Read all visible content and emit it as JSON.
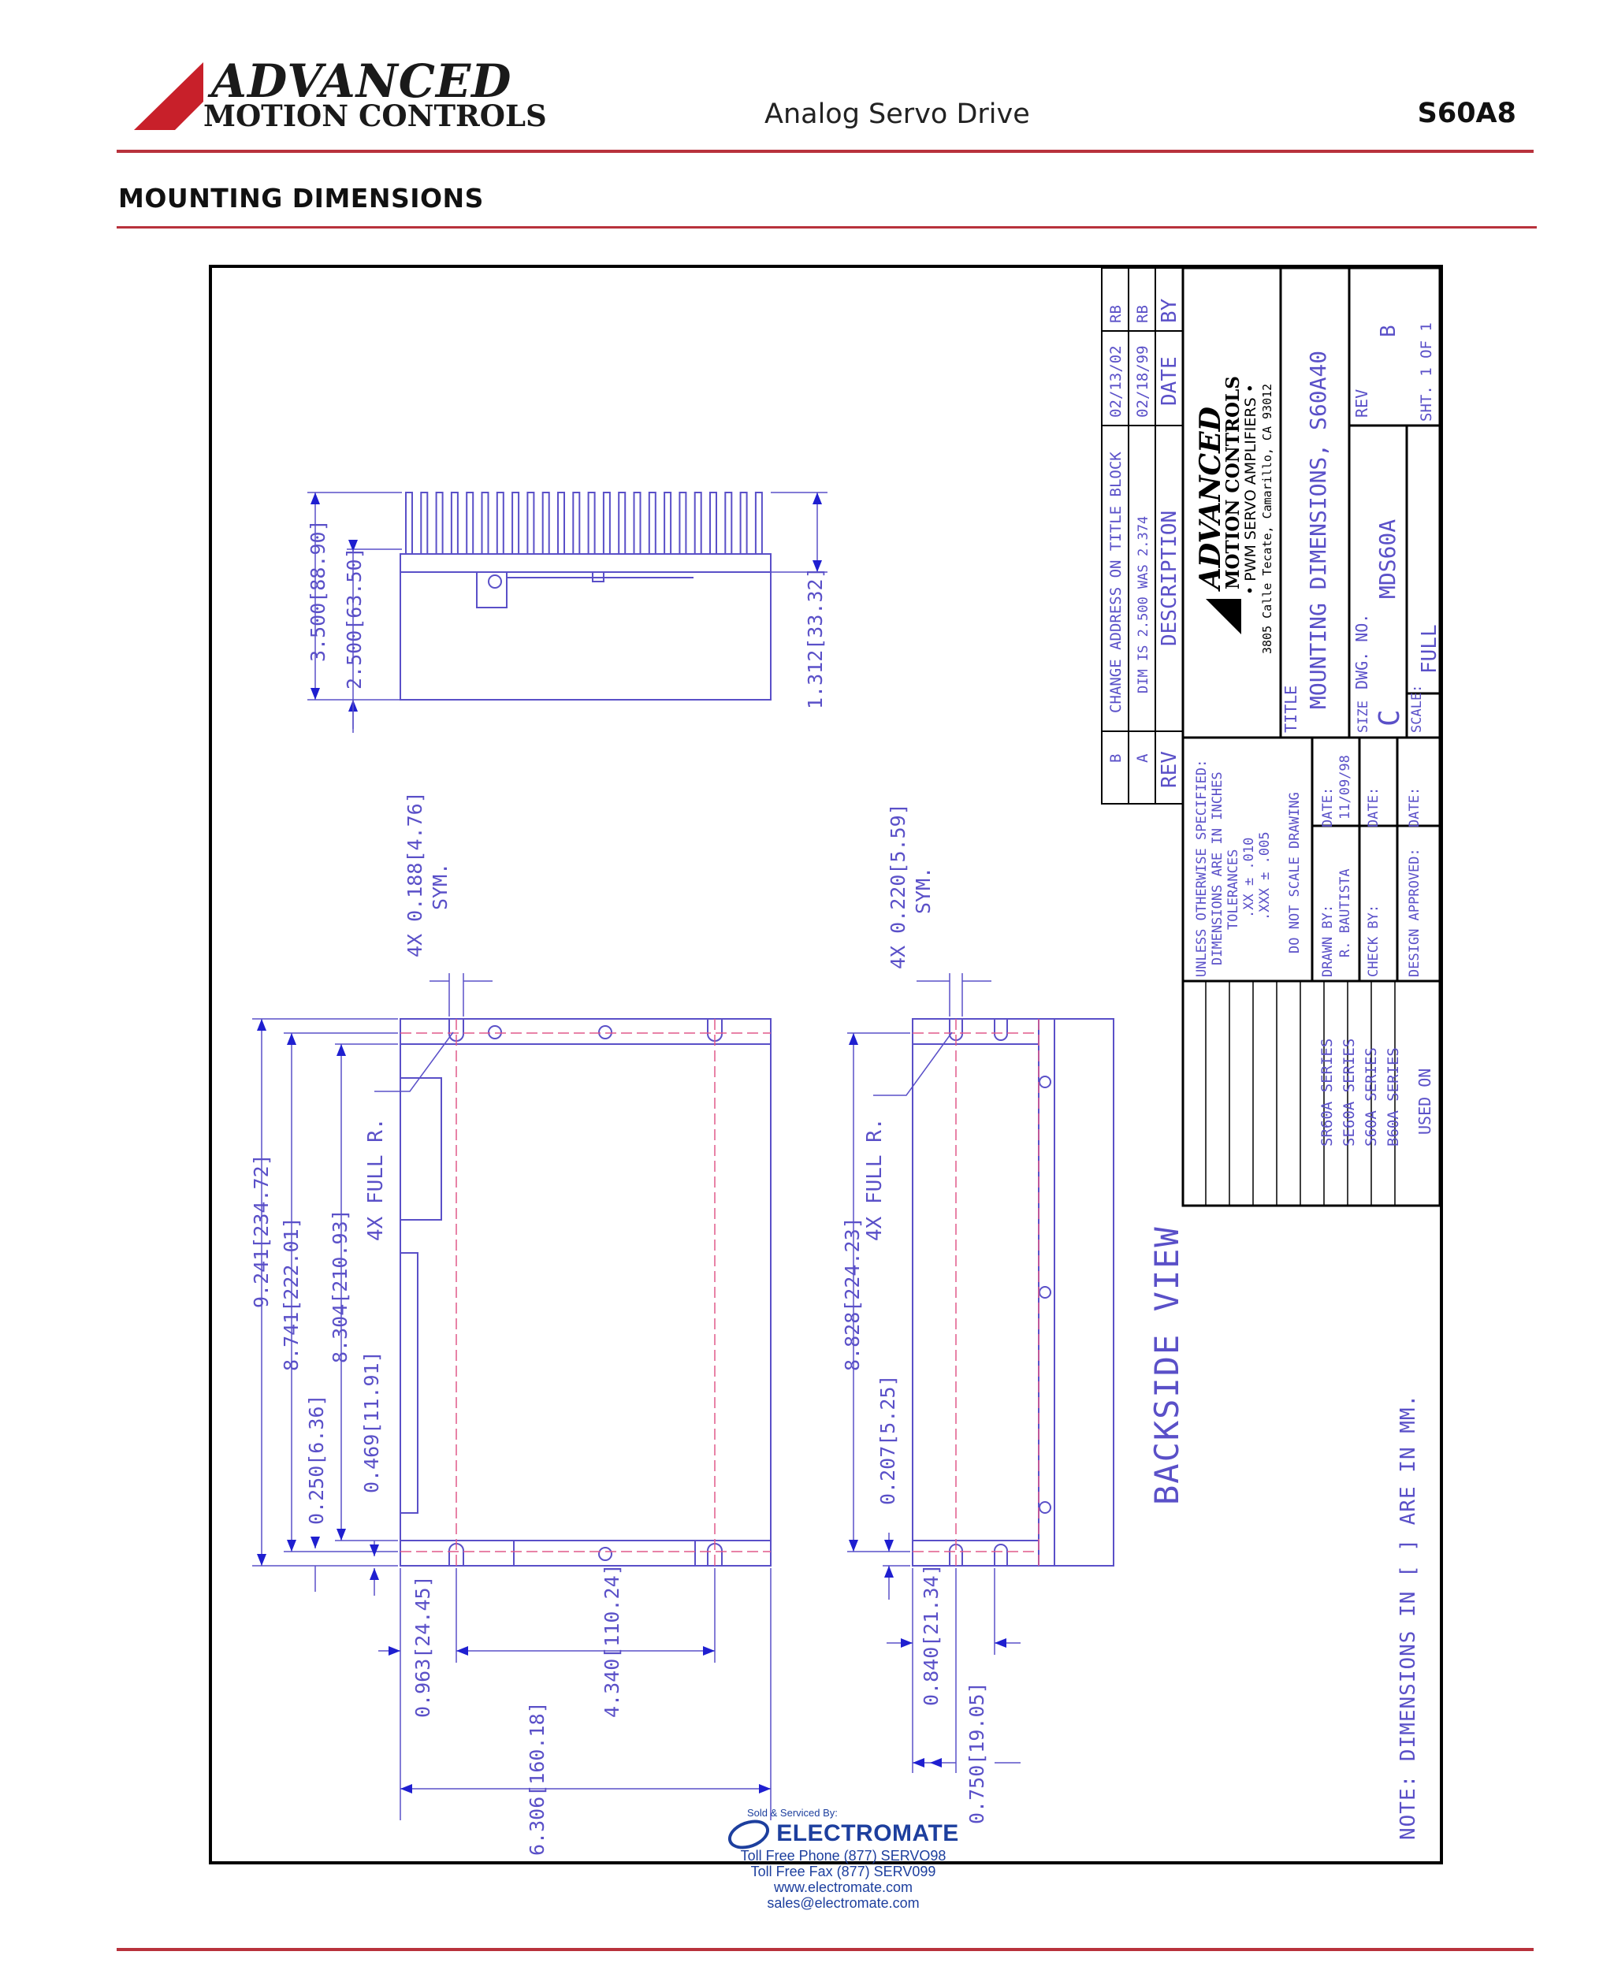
{
  "header": {
    "logo_top": "ADVANCED",
    "logo_bottom": "MOTION CONTROLS",
    "title": "Analog Servo Drive",
    "model": "S60A8",
    "section": "MOUNTING DIMENSIONS"
  },
  "drawing": {
    "top_view": {
      "dim_3500": "3.500[88.90]",
      "dim_2500": "2.500[63.50]",
      "dim_1312": "1.312[33.32]"
    },
    "front_view": {
      "slot_left": "4X 0.188[4.76]",
      "slot_left_sym": "SYM.",
      "full_r_left": "4X FULL R.",
      "dim_9241": "9.241[234.72]",
      "dim_8741": "8.741[222.01]",
      "dim_8304": "8.304[210.93]",
      "dim_0250": "0.250[6.36]",
      "dim_0469": "0.469[11.91]",
      "dim_0963": "0.963[24.45]",
      "dim_4340": "4.340[110.24]",
      "dim_6306": "6.306[160.18]"
    },
    "side_view": {
      "slot_right": "4X 0.220[5.59]",
      "slot_right_sym": "SYM.",
      "full_r_right": "4X FULL R.",
      "dim_8828": "8.828[224.23]",
      "dim_0207": "0.207[5.25]",
      "dim_0840": "0.840[21.34]",
      "dim_0750": "0.750[19.05]",
      "view_label": "BACKSIDE VIEW"
    },
    "note": "NOTE: DIMENSIONS IN [ ] ARE IN MM.",
    "revisions": [
      {
        "rev": "B",
        "desc": "CHANGE ADDRESS ON TITLE BLOCK",
        "date": "02/13/02",
        "by": "RB"
      },
      {
        "rev": "A",
        "desc": "DIM IS 2.500 WAS 2.374",
        "date": "02/18/99",
        "by": "RB"
      }
    ],
    "rev_headers": {
      "rev": "REV",
      "desc": "DESCRIPTION",
      "date": "DATE",
      "by": "BY"
    },
    "title_block": {
      "company_line1": "ADVANCED",
      "company_line2": "MOTION CONTROLS",
      "company_line3": "• PWM SERVO AMPLIFIERS •",
      "address": "3805 Calle Tecate, Camarillo, CA  93012",
      "title_label": "TITLE",
      "title_value": "MOUNTING DIMENSIONS, S60A40",
      "rev_label": "REV",
      "rev_value": "B",
      "dwg_label": "DWG. NO.",
      "dwg_value": "MDS60A",
      "size_label": "SIZE",
      "size_value": "C",
      "scale_label": "SCALE:",
      "scale_value": "FULL",
      "sheet": "SHT. 1 OF 1"
    },
    "spec_block": {
      "line1": "UNLESS OTHERWISE SPECIFIED:",
      "line2": "DIMENSIONS ARE IN INCHES",
      "line3": "TOLERANCES",
      "line4": ".XX  ±  .010",
      "line5": ".XXX  ±  .005",
      "line6": "DO NOT SCALE DRAWING",
      "drawn_label": "DRAWN BY:",
      "drawn_value": "R. BAUTISTA",
      "drawn_date_label": "DATE:",
      "drawn_date_value": "11/09/98",
      "check_label": "CHECK BY:",
      "check_date_label": "DATE:",
      "approved_label": "DESIGN APPROVED:",
      "approved_date_label": "DATE:"
    },
    "used_on": {
      "series": [
        "SR60A SERIES",
        "SE60A SERIES",
        "S60A SERIES",
        "B60A SERIES"
      ],
      "label": "USED ON"
    }
  },
  "footer": {
    "sold_by": "Sold & Serviced By:",
    "brand": "ELECTROMATE",
    "phone": "Toll Free Phone  (877) SERVO98",
    "fax": "Toll Free Fax  (877) SERV099",
    "web": "www.electromate.com",
    "email": "sales@electromate.com"
  },
  "colors": {
    "accent_red": "#b8323c",
    "drawing_blue": "#5a50c8",
    "centerline_pink": "#e05a8a",
    "electromate_blue": "#1d3f9e"
  }
}
